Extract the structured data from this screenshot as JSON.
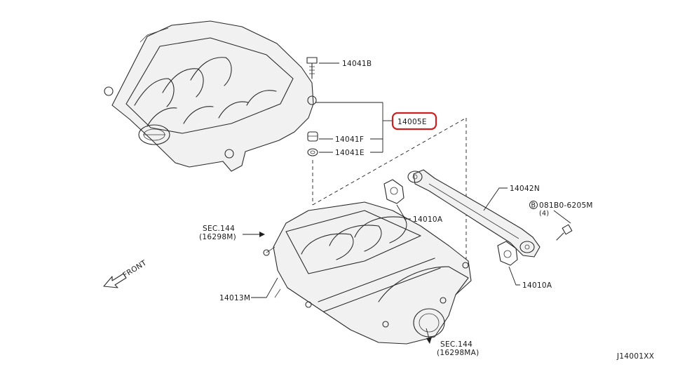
{
  "labels": {
    "bolt_top": "14041B",
    "cover": "14005E",
    "grommet_f": "14041F",
    "grommet_e": "14041E",
    "support": "14042N",
    "gasket_upper": "14010A",
    "gasket_lower": "14010A",
    "bolt_ref": "081B0-6205M",
    "bolt_qty": "(4)",
    "bolt_ref_badge": "B",
    "sec_left_line1": "SEC.144",
    "sec_left_line2": "(16298M)",
    "sec_bottom_line1": "SEC.144",
    "sec_bottom_line2": "(16298MA)",
    "manifold": "14013M",
    "front": "FRONT",
    "diagram_code": "J14001XX"
  },
  "colors": {
    "line": "#2a2a2a",
    "highlight": "#cc1f1f",
    "background": "#ffffff"
  },
  "highlighted_part": "14005E"
}
